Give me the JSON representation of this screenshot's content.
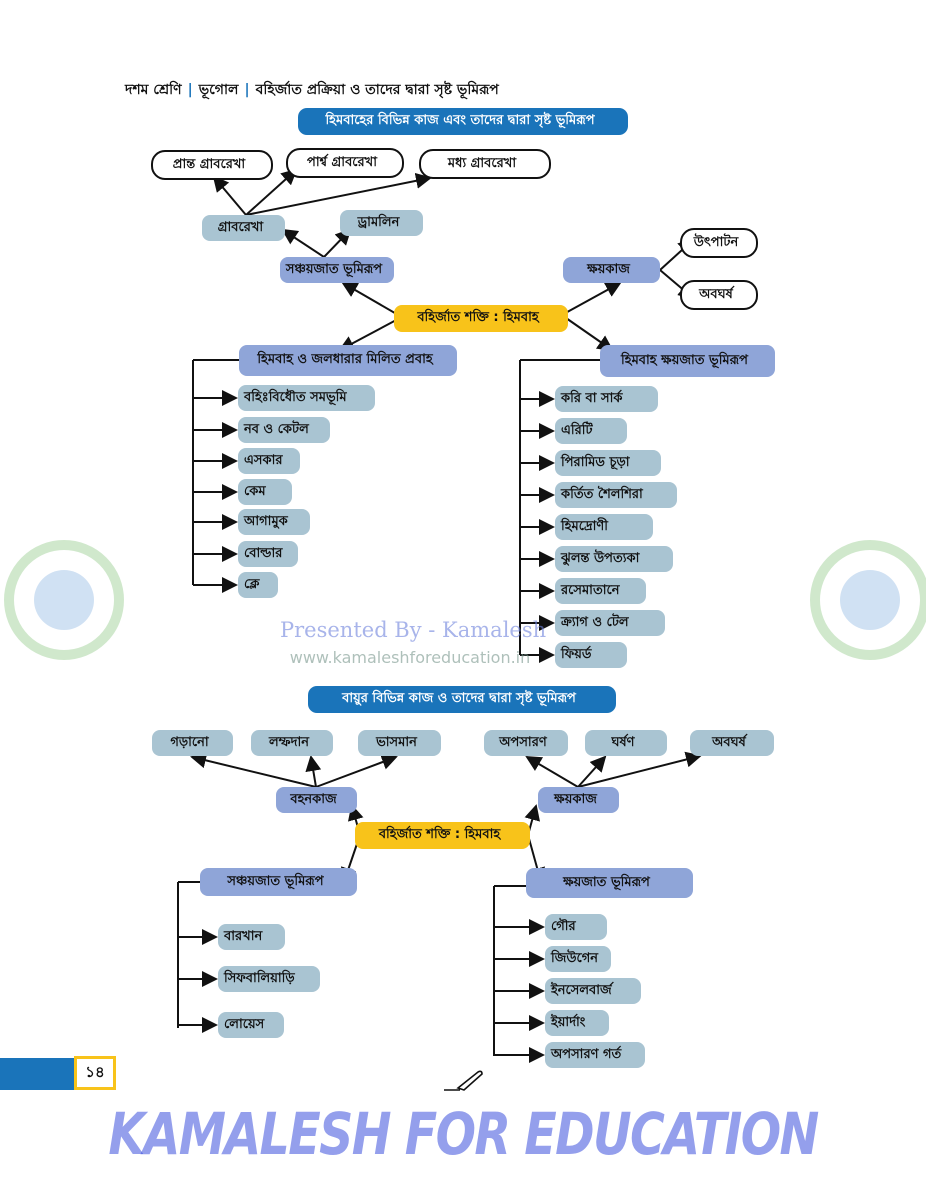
{
  "header": {
    "class": "দশম শ্রেণি",
    "subject": "ভূগোল",
    "chapter": "বহির্জাত প্রক্রিয়া ও তাদের দ্বারা সৃষ্ট ভূমিরূপ",
    "separator": "|"
  },
  "glacier": {
    "title": "হিমবাহের বিভিন্ন কাজ এবং তাদের দ্বারা সৃষ্ট ভূমিরূপ",
    "center": "বহির্জাত শক্তি : হিমবাহ",
    "moraines": [
      "প্রান্ত গ্রাবরেখা",
      "পার্শ্ব গ্রাবরেখা",
      "মধ্য গ্রাবরেখা"
    ],
    "moraine": "গ্রাবরেখা",
    "drumlin": "ড্রামলিন",
    "depositional": "সঞ্চয়জাত ভূমিরূপ",
    "erosion": "ক্ষয়কাজ",
    "erosion_types": [
      "উৎপাটন",
      "অবঘর্ষ"
    ],
    "fluvio_glacial": {
      "label": "হিমবাহ ও জলধারার মিলিত প্রবাহ",
      "items": [
        "বহিঃবিধৌত সমভূমি",
        "নব ও কেটল",
        "এসকার",
        "কেম",
        "আগামুক",
        "বোল্ডার",
        "ক্লে"
      ]
    },
    "erosional": {
      "label": "হিমবাহ ক্ষয়জাত ভূমিরূপ",
      "items": [
        "করি বা সার্ক",
        "এরিটি",
        "পিরামিড চূড়া",
        "কর্তিত শৈলশিরা",
        "হিমদ্রোণী",
        "ঝুলন্ত উপত্যকা",
        "রসেমাতানে",
        "ক্র্যাগ ও টেল",
        "ফিয়র্ড"
      ]
    }
  },
  "wind": {
    "title": "বায়ুর বিভিন্ন কাজ ও তাদের দ্বারা সৃষ্ট ভূমিরূপ",
    "center": "বহির্জাত শক্তি : হিমবাহ",
    "transport": "বহনকাজ",
    "transport_types": [
      "গড়ানো",
      "লম্ফদান",
      "ভাসমান"
    ],
    "erosion": "ক্ষয়কাজ",
    "erosion_types": [
      "অপসারণ",
      "ঘর্ষণ",
      "অবঘর্ষ"
    ],
    "depositional": {
      "label": "সঞ্চয়জাত ভূমিরূপ",
      "items": [
        "বারখান",
        "সিফবালিয়াড়ি",
        "লোয়েস"
      ]
    },
    "erosional": {
      "label": "ক্ষয়জাত ভূমিরূপ",
      "items": [
        "গৌর",
        "জিউগেন",
        "ইনসেলবার্জ",
        "ইয়ার্দাং",
        "অপসারণ গর্ত"
      ]
    }
  },
  "watermark": {
    "main": "KAMALESH FOR EDUCATION",
    "presented": "Presented By - Kamalesh",
    "url": "www.kamaleshforeducation.in",
    "logo_text": "KAMALESH FOR EDUCATION"
  },
  "page_number": "১৪",
  "colors": {
    "title": "#1a74ba",
    "light": "#a9c4d2",
    "mid": "#8fa5d8",
    "center": "#f8c31a"
  }
}
